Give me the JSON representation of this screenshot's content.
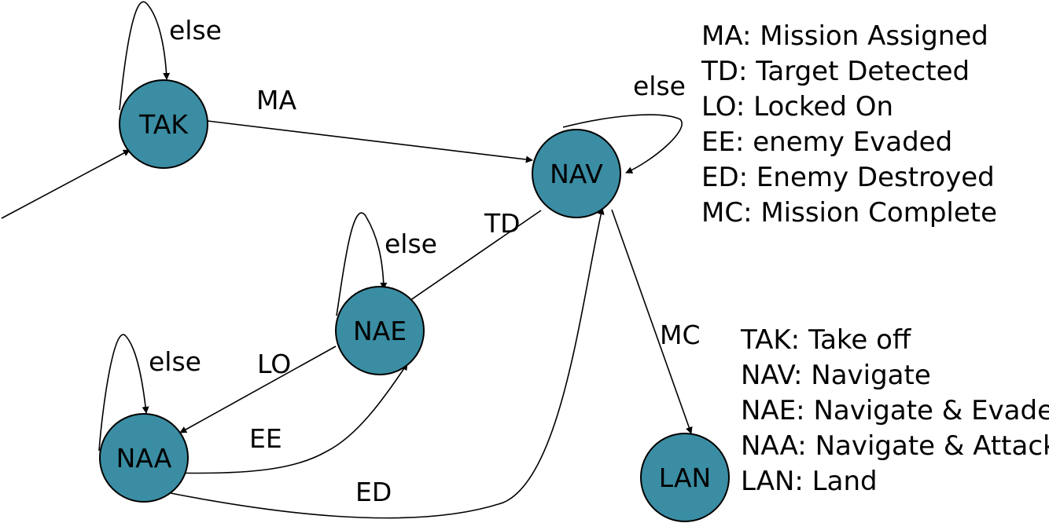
{
  "states": {
    "tak": "TAK",
    "nav": "NAV",
    "nae": "NAE",
    "naa": "NAA",
    "lan": "LAN"
  },
  "transitions": {
    "tak_self": "else",
    "tak_nav": "MA",
    "nav_self": "else",
    "nav_nae": "TD",
    "nae_self": "else",
    "nae_naa": "LO",
    "naa_self": "else",
    "naa_nae": "EE",
    "naa_nav": "ED",
    "nav_lan": "MC"
  },
  "event_legend": [
    "MA: Mission Assigned",
    "TD: Target Detected",
    "LO: Locked On",
    "EE: enemy Evaded",
    "ED: Enemy Destroyed",
    "MC: Mission Complete"
  ],
  "state_legend": [
    "TAK: Take off",
    "NAV: Navigate",
    "NAE: Navigate & Evade",
    "NAA: Navigate & Attack",
    "LAN: Land"
  ],
  "colors": {
    "state_fill": "#3a8da3",
    "stroke": "#000000"
  }
}
